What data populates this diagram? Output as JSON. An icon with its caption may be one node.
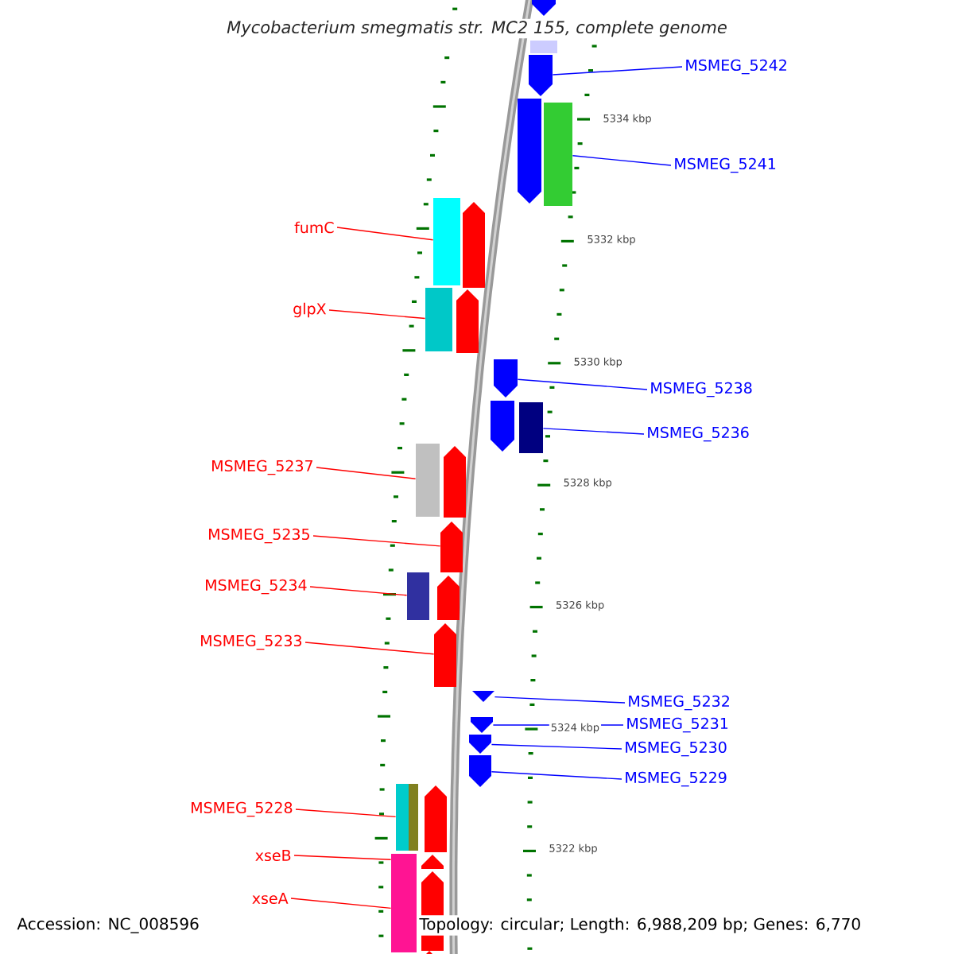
{
  "diagram": {
    "title": "Mycobacterium smegmatis str. MC2 155, complete genome",
    "nodes": [
      {
        "text": [
          "fumC"
        ]
      },
      {
        "text": [
          "glpX"
        ]
      },
      {
        "text": [
          "MSMEG_5237"
        ]
      },
      {
        "text": [
          "MSMEG_5235"
        ]
      },
      {
        "text": [
          "MSMEG_5234"
        ]
      },
      {
        "text": [
          "MSMEG_5233"
        ]
      },
      {
        "text": [
          "MSMEG_5228"
        ]
      },
      {
        "text": [
          "xseB"
        ]
      },
      {
        "text": [
          "xseA"
        ]
      },
      {
        "text": [
          "MSMEG_5242"
        ]
      },
      {
        "text": [
          "MSMEG_5241"
        ]
      },
      {
        "text": [
          "MSMEG_5238"
        ]
      },
      {
        "text": [
          "MSMEG_5236"
        ]
      },
      {
        "text": [
          "MSMEG_5232"
        ]
      },
      {
        "text": [
          "MSMEG_5231"
        ]
      },
      {
        "text": [
          "MSMEG_5230"
        ]
      },
      {
        "text": [
          "MSMEG_5229"
        ]
      },
      {
        "text": [],
        "shape": "box"
      },
      {
        "text": [],
        "shape": "box"
      },
      {
        "text": [],
        "shape": "box"
      },
      {
        "text": [],
        "shape": "arrow"
      },
      {
        "text": [],
        "shape": "box"
      },
      {
        "text": [],
        "shape": "arrow"
      },
      {
        "text": [],
        "shape": "box"
      },
      {
        "text": [],
        "shape": "box"
      },
      {
        "text": [],
        "shape": "box"
      },
      {
        "text": [],
        "shape": "arrow"
      },
      {
        "text": [],
        "shape": "box"
      },
      {
        "text": [],
        "shape": "arrow"
      },
      {
        "text": [],
        "shape": "box"
      },
      {
        "text": [],
        "shape": "arrow"
      },
      {
        "text": [],
        "shape": "arrow"
      },
      {
        "text": [],
        "shape": "arrow"
      },
      {
        "text": [],
        "shape": "arrow"
      },
      {
        "text": [],
        "shape": "arrow"
      },
      {
        "text": [],
        "shape": "box"
      },
      {
        "text": [],
        "shape": "arrow"
      },
      {
        "text": [],
        "shape": "arrow"
      },
      {
        "text": [],
        "shape": "arrow"
      },
      {
        "text": [],
        "shape": "arrow"
      },
      {
        "text": [],
        "shape": "arrow"
      },
      {
        "text": [],
        "shape": "arrow"
      },
      {
        "text": [],
        "shape": "box"
      },
      {
        "text": [],
        "shape": "arrow"
      },
      {
        "text": [],
        "shape": "arrow"
      },
      {
        "text": [],
        "shape": "arrow"
      },
      {
        "text": [],
        "shape": "arrow"
      }
    ],
    "edges": [
      {
        "from": 0,
        "to": 17,
        "arrow": "none"
      },
      {
        "from": 1,
        "to": 18,
        "arrow": "none"
      },
      {
        "from": 2,
        "to": 19,
        "arrow": "none"
      },
      {
        "from": 3,
        "to": 20,
        "arrow": "none"
      },
      {
        "from": 4,
        "to": 21,
        "arrow": "none"
      },
      {
        "from": 5,
        "to": 22,
        "arrow": "none"
      },
      {
        "from": 6,
        "to": 23,
        "arrow": "none"
      },
      {
        "from": 7,
        "to": 24,
        "arrow": "none"
      },
      {
        "from": 8,
        "to": 25,
        "arrow": "none"
      },
      {
        "from": 9,
        "to": 26,
        "arrow": "none",
        "color": "#0000ff"
      },
      {
        "from": 10,
        "to": 27,
        "arrow": "none",
        "color": "#0000ff"
      },
      {
        "from": 11,
        "to": 28,
        "arrow": "none",
        "color": "#0000ff"
      },
      {
        "from": 12,
        "to": 29,
        "arrow": "none",
        "color": "#0000ff"
      },
      {
        "from": 13,
        "to": 30,
        "arrow": "none",
        "color": "#0000ff"
      },
      {
        "from": 14,
        "to": 31,
        "arrow": "none",
        "color": "#0000ff"
      },
      {
        "from": 15,
        "to": 32,
        "arrow": "none",
        "color": "#0000ff"
      },
      {
        "from": 16,
        "to": 33,
        "arrow": "none",
        "color": "#0000ff"
      }
    ],
    "labels": [
      "5334 kbp",
      "5332 kbp",
      "5330 kbp",
      "5328 kbp",
      "5326 kbp",
      "5324 kbp",
      "5322 kbp",
      "Accession: NC_008596",
      "Topology: circular; Length: 6,988,209 bp; Genes: 6,770"
    ]
  }
}
